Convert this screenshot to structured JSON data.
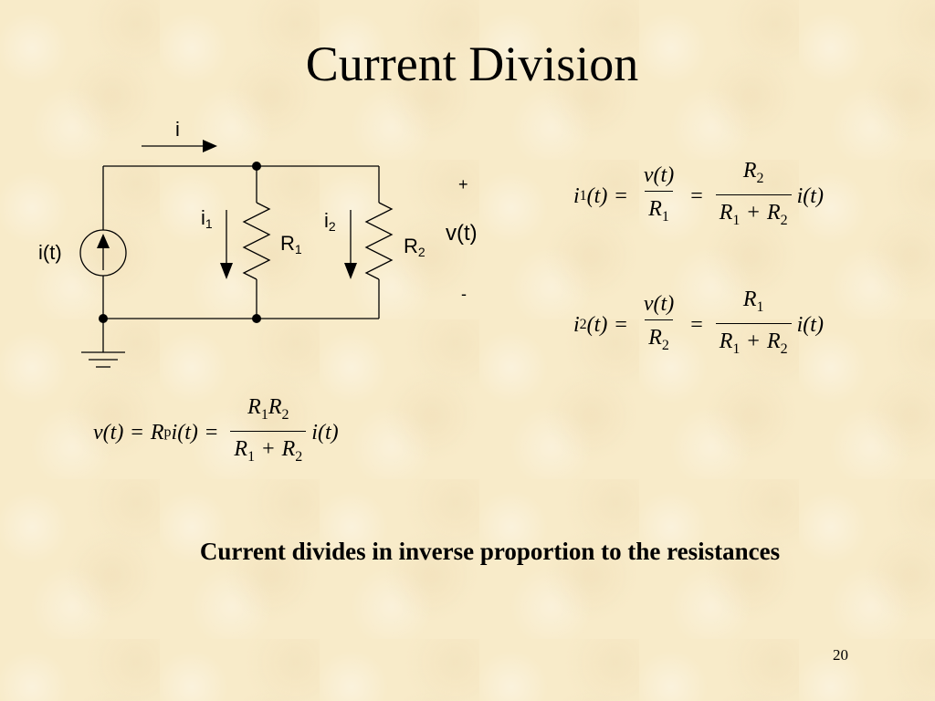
{
  "title": "Current Division",
  "circuit": {
    "source_label": "i(t)",
    "branch_current_label": "i",
    "i1_label": "i",
    "i1_sub": "1",
    "i2_label": "i",
    "i2_sub": "2",
    "r1_label": "R",
    "r1_sub": "1",
    "r2_label": "R",
    "r2_sub": "2",
    "plus": "+",
    "voltage_label": "v(t)",
    "minus": "-"
  },
  "equations": {
    "i1": {
      "lhs": "i",
      "lhs_sub": "1",
      "t": "(t)",
      "num1": "v(t)",
      "den1": "R",
      "den1_sub": "1",
      "num2": "R",
      "num2_sub": "2",
      "den2": "R",
      "den2_sub_a": "1",
      "den2_plus": "+",
      "den2_b": "R",
      "den2_sub_b": "2",
      "rhs": "i(t)"
    },
    "i2": {
      "lhs": "i",
      "lhs_sub": "2",
      "t": "(t)",
      "num1": "v(t)",
      "den1": "R",
      "den1_sub": "2",
      "num2": "R",
      "num2_sub": "1",
      "den2": "R",
      "den2_sub_a": "1",
      "den2_plus": "+",
      "den2_b": "R",
      "den2_sub_b": "2",
      "rhs": "i(t)"
    },
    "v": {
      "lhs": "v(t)",
      "mid": "R",
      "mid_sub": "p",
      "mid_it": "i(t)",
      "num_a": "R",
      "num_a_sub": "1",
      "num_b": "R",
      "num_b_sub": "2",
      "den_a": "R",
      "den_a_sub": "1",
      "den_plus": "+",
      "den_b": "R",
      "den_b_sub": "2",
      "rhs": "i(t)"
    },
    "equals": "="
  },
  "caption": "Current divides in inverse proportion to the resistances",
  "page_number": "20"
}
